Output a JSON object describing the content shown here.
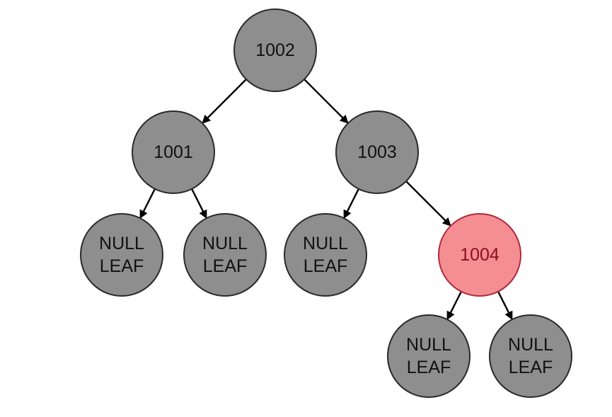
{
  "diagram": {
    "colors": {
      "black_node_fill": "#8e8e8e",
      "black_node_stroke": "#2a2a2a",
      "black_node_text": "#111111",
      "red_node_fill": "#f58e93",
      "red_node_stroke": "#b02a3a",
      "red_node_text": "#8a0f24",
      "edge": "#000000"
    },
    "nodes": [
      {
        "id": "n1002",
        "color": "black",
        "lines": [
          "1002"
        ]
      },
      {
        "id": "n1001",
        "color": "black",
        "lines": [
          "1001"
        ]
      },
      {
        "id": "n1003",
        "color": "black",
        "lines": [
          "1003"
        ]
      },
      {
        "id": "leaf-1001-left",
        "color": "black",
        "lines": [
          "NULL",
          "LEAF"
        ]
      },
      {
        "id": "leaf-1001-right",
        "color": "black",
        "lines": [
          "NULL",
          "LEAF"
        ]
      },
      {
        "id": "leaf-1003-left",
        "color": "black",
        "lines": [
          "NULL",
          "LEAF"
        ]
      },
      {
        "id": "n1004",
        "color": "red",
        "lines": [
          "1004"
        ]
      },
      {
        "id": "leaf-1004-left",
        "color": "black",
        "lines": [
          "NULL",
          "LEAF"
        ]
      },
      {
        "id": "leaf-1004-right",
        "color": "black",
        "lines": [
          "NULL",
          "LEAF"
        ]
      }
    ],
    "edges": [
      {
        "from": "n1002",
        "to": "n1001"
      },
      {
        "from": "n1002",
        "to": "n1003"
      },
      {
        "from": "n1001",
        "to": "leaf-1001-left"
      },
      {
        "from": "n1001",
        "to": "leaf-1001-right"
      },
      {
        "from": "n1003",
        "to": "leaf-1003-left"
      },
      {
        "from": "n1003",
        "to": "n1004"
      },
      {
        "from": "n1004",
        "to": "leaf-1004-left"
      },
      {
        "from": "n1004",
        "to": "leaf-1004-right"
      }
    ]
  }
}
